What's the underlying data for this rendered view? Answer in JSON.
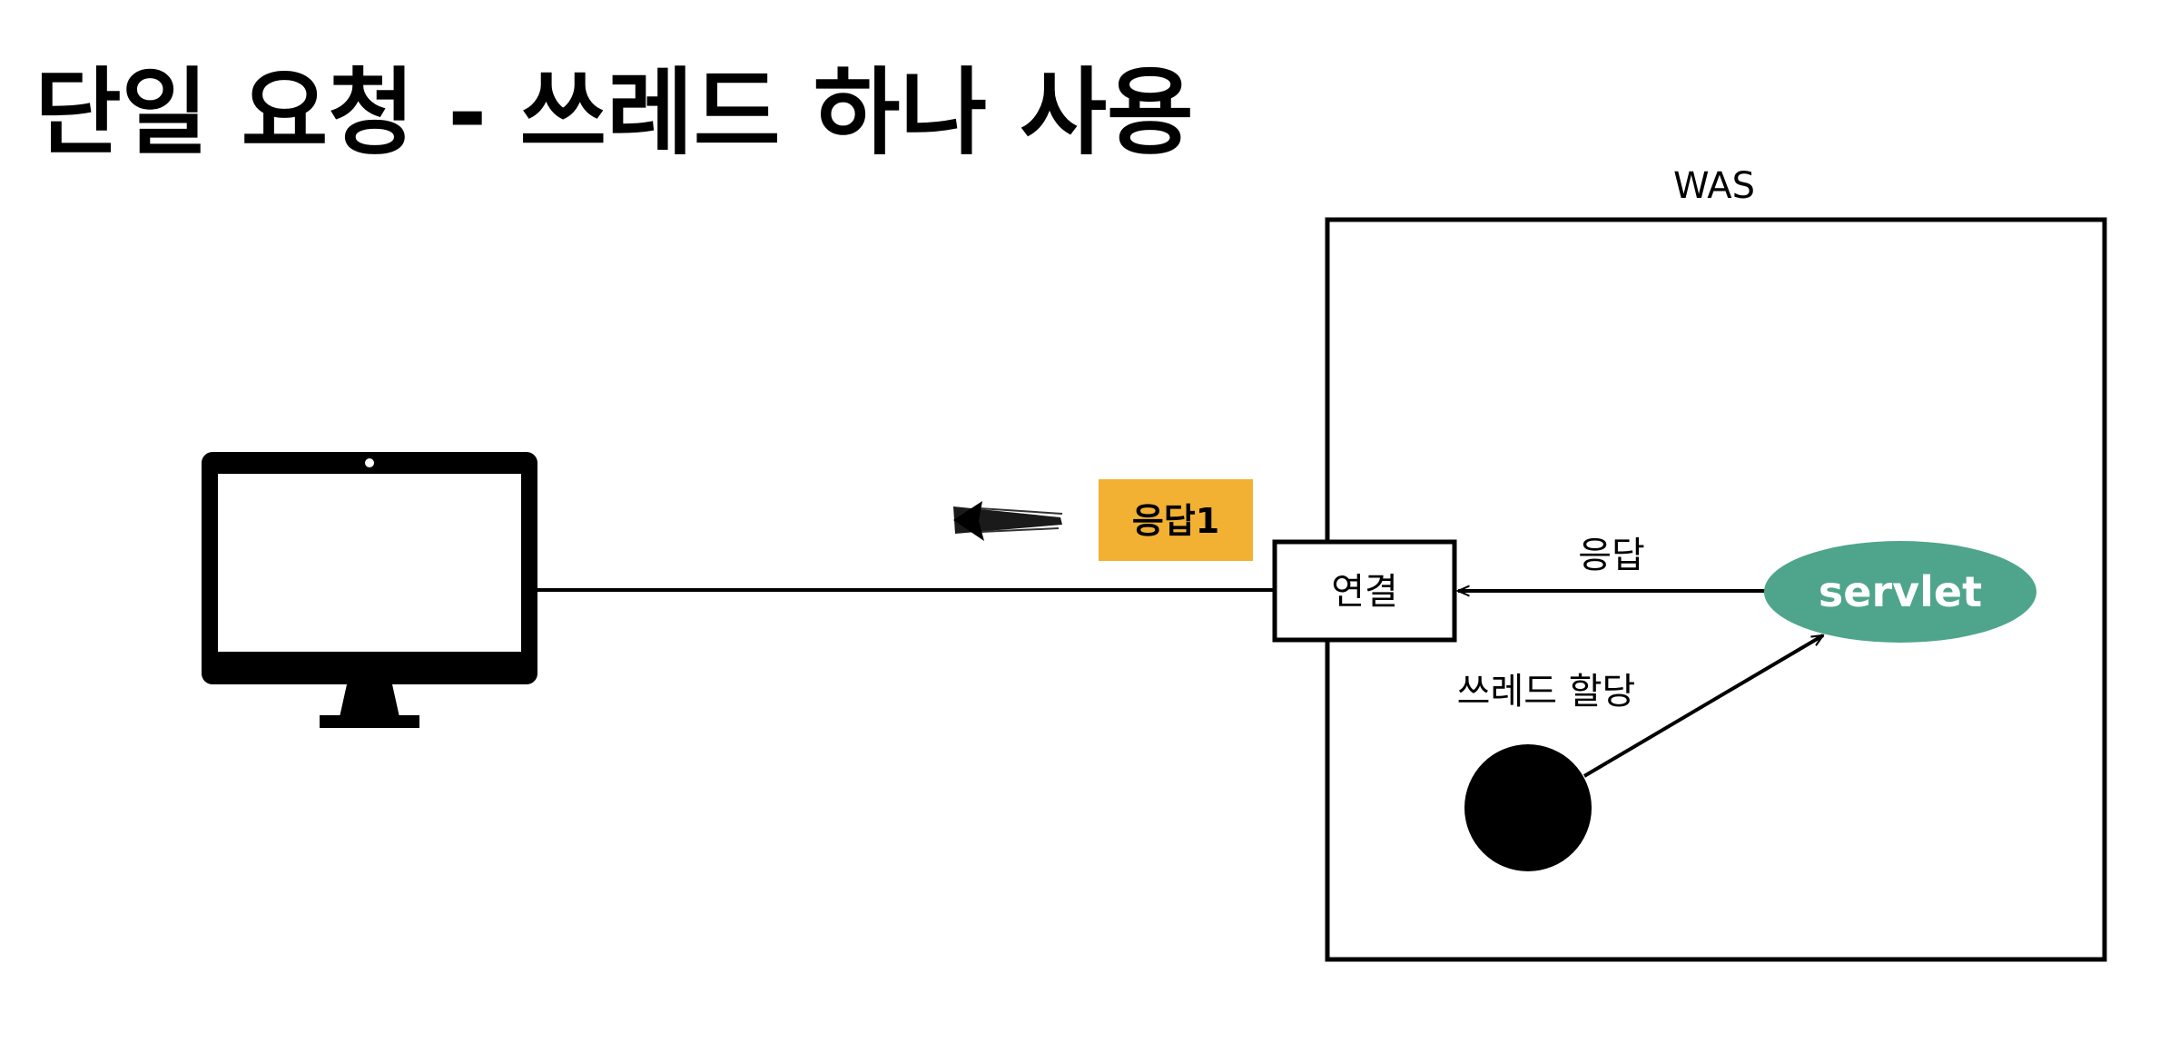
{
  "title": "단일 요청 - 쓰레드 하나 사용",
  "was": {
    "label": "WAS"
  },
  "connection": {
    "label": "연결"
  },
  "servlet": {
    "label": "servlet"
  },
  "response_label": "응답",
  "response_badge": {
    "label": "응답1",
    "color": "#f2b133"
  },
  "thread_assign_label": "쓰레드 할당",
  "colors": {
    "servlet": "#4ea58c",
    "line": "#000000",
    "background": "#ffffff"
  },
  "icons": {
    "client": "desktop-monitor-icon",
    "thread": "thread-circle-icon"
  }
}
